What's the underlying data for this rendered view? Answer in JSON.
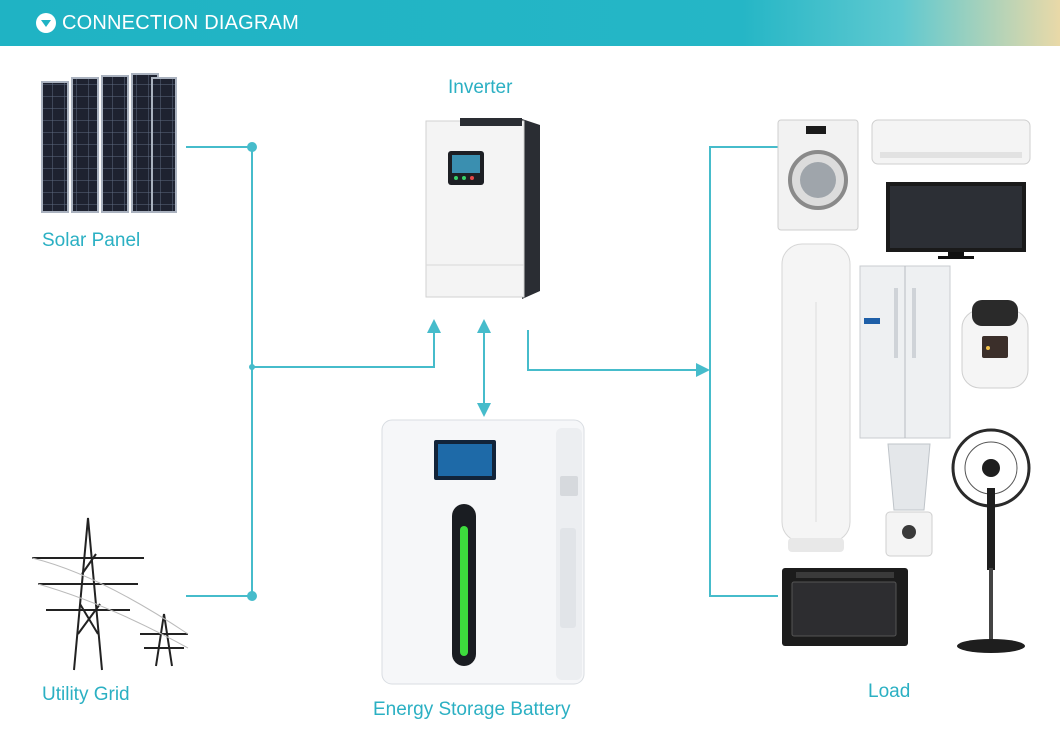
{
  "header": {
    "title": "CONNECTION DIAGRAM",
    "icon": "chevron-down-circle-icon"
  },
  "labels": {
    "inverter": "Inverter",
    "solar_panel": "Solar Panel",
    "utility_grid": "Utility Grid",
    "battery": "Energy Storage Battery",
    "load": "Load"
  },
  "colors": {
    "accent": "#2bb0c3",
    "wire": "#46bccb",
    "header": "#1fb3c4",
    "battery_led": "#3ddc3d"
  }
}
